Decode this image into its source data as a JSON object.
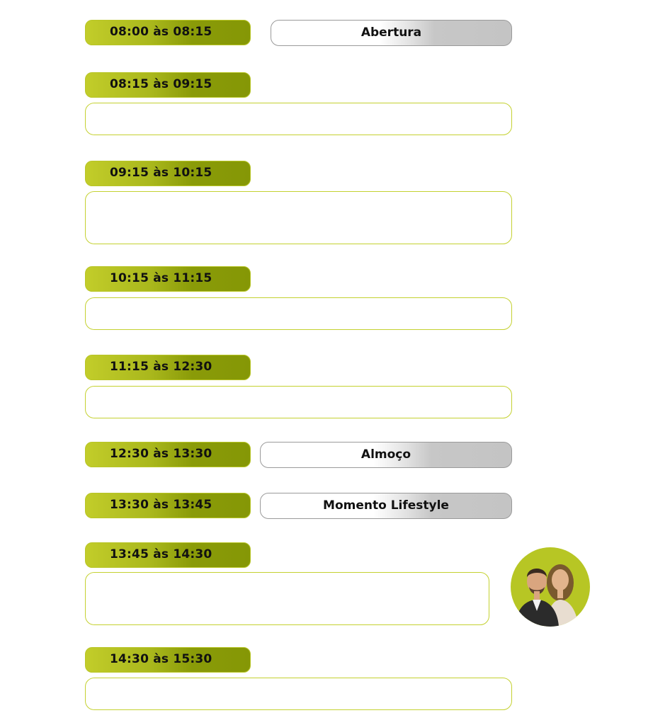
{
  "schedule": {
    "slots": [
      {
        "time": "08:00 às 08:15",
        "label": "Abertura"
      },
      {
        "time": "08:15 às 09:15"
      },
      {
        "time": "09:15 às 10:15"
      },
      {
        "time": "10:15 às 11:15"
      },
      {
        "time": "11:15 às 12:30"
      },
      {
        "time": "12:30 às 13:30",
        "label": "Almoço"
      },
      {
        "time": "13:30 às 13:45",
        "label": "Momento Lifestyle"
      },
      {
        "time": "13:45 às 14:30"
      },
      {
        "time": "14:30 às 15:30"
      }
    ]
  },
  "colors": {
    "accent": "#c4d130",
    "accent_dark": "#859706",
    "label_gray": "#c4c4c4"
  },
  "icons": {
    "speaker": "speaker-avatar-photo"
  }
}
